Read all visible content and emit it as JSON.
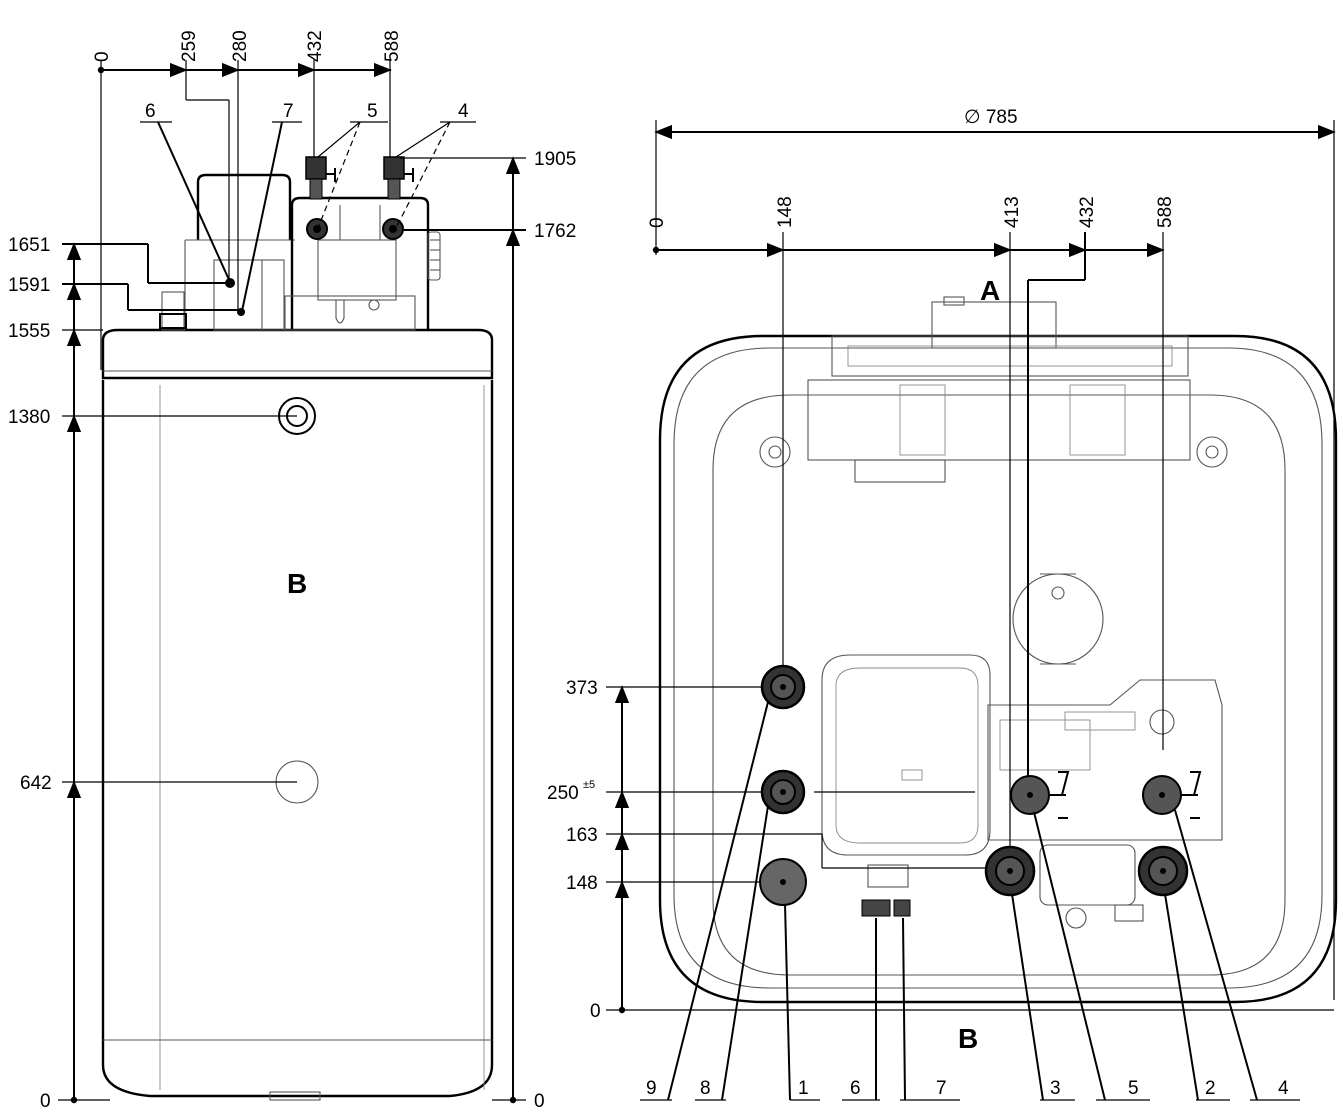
{
  "left_view": {
    "top_dims": [
      "0",
      "259",
      "280",
      "432",
      "588"
    ],
    "left_dims": [
      "1651",
      "1591",
      "1555",
      "1380",
      "642",
      "0"
    ],
    "right_dims": [
      "1905",
      "1762",
      "0"
    ],
    "callouts": [
      "6",
      "7",
      "5",
      "4"
    ],
    "zone_label": "B"
  },
  "right_view": {
    "diameter_label": "∅ 785",
    "top_dims": [
      "0",
      "148",
      "413",
      "432",
      "588"
    ],
    "left_dims": [
      "373",
      "250",
      "±5",
      "163",
      "148",
      "0"
    ],
    "bottom_callouts": [
      "9",
      "8",
      "1",
      "6",
      "7",
      "3",
      "5",
      "2",
      "4"
    ],
    "label_a": "A",
    "label_b": "B"
  }
}
